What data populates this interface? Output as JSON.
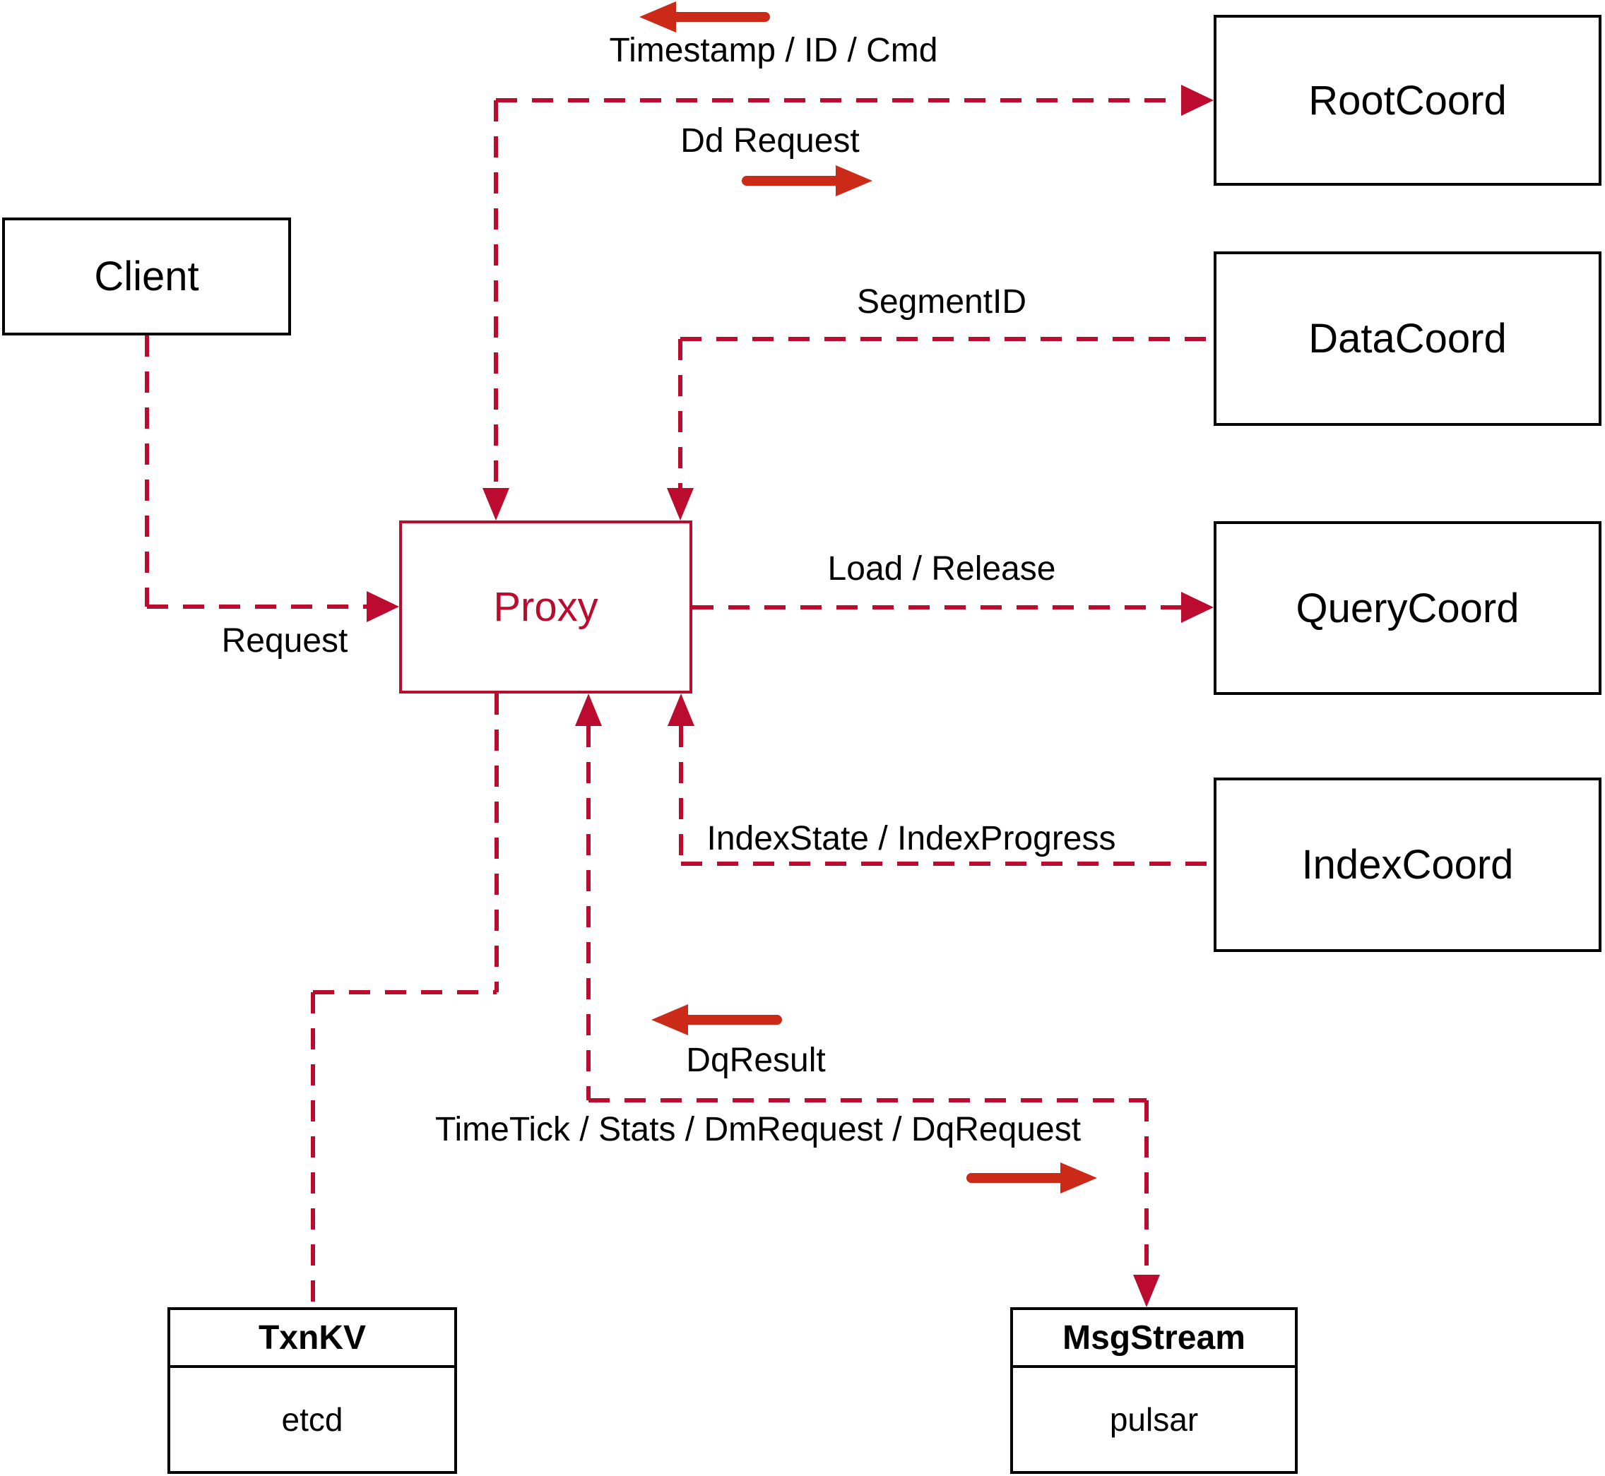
{
  "diagram": {
    "nodes": {
      "client": {
        "label": "Client"
      },
      "proxy": {
        "label": "Proxy"
      },
      "root_coord": {
        "label": "RootCoord"
      },
      "data_coord": {
        "label": "DataCoord"
      },
      "query_coord": {
        "label": "QueryCoord"
      },
      "index_coord": {
        "label": "IndexCoord"
      },
      "txn_kv": {
        "title": "TxnKV",
        "impl": "etcd"
      },
      "msg_stream": {
        "title": "MsgStream",
        "impl": "pulsar"
      }
    },
    "edge_labels": {
      "timestamp_id_cmd": "Timestamp / ID / Cmd",
      "dd_request": "Dd Request",
      "segment_id": "SegmentID",
      "load_release": "Load / Release",
      "index_state": "IndexState / IndexProgress",
      "request": "Request",
      "dq_result": "DqResult",
      "time_tick": "TimeTick / Stats / DmRequest / DqRequest"
    },
    "colors": {
      "line_red": "#bb0c2f",
      "arrow_red": "#cb2a18",
      "box_black": "#000000"
    }
  }
}
